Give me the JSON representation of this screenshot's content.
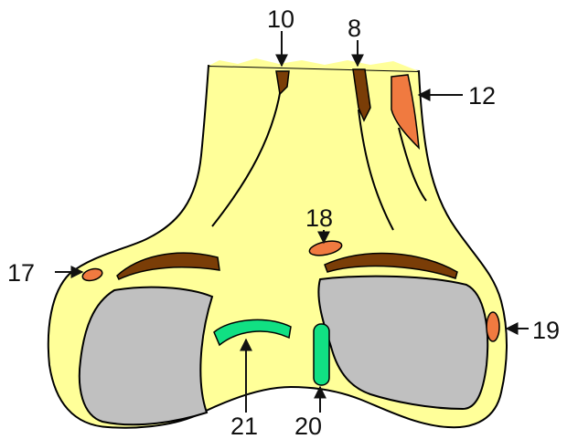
{
  "colors": {
    "bone": "#ffff99",
    "bone_dark_fill": "#ffff66",
    "outline": "#000000",
    "groove": "#7a3d07",
    "orange": "#f07a40",
    "cartilage": "#c0c0c0",
    "green": "#11e083",
    "background": "#ffffff"
  },
  "labels": {
    "l10": "10",
    "l8": "8",
    "l12": "12",
    "l18": "18",
    "l17": "17",
    "l19": "19",
    "l21": "21",
    "l20": "20"
  }
}
